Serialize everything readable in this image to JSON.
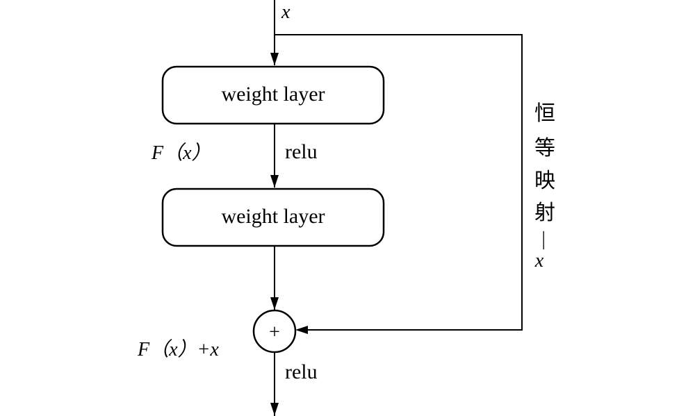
{
  "diagram": {
    "input_label": "x",
    "layer1_label": "weight layer",
    "layer2_label": "weight layer",
    "fx_label": "F（x）",
    "relu1_label": "relu",
    "sum_symbol": "+",
    "sum_label": "F（x）+x",
    "relu2_label": "relu",
    "shortcut_label_chars": [
      "恒",
      "等",
      "映",
      "射"
    ],
    "shortcut_dash": "—",
    "shortcut_var": "x"
  }
}
